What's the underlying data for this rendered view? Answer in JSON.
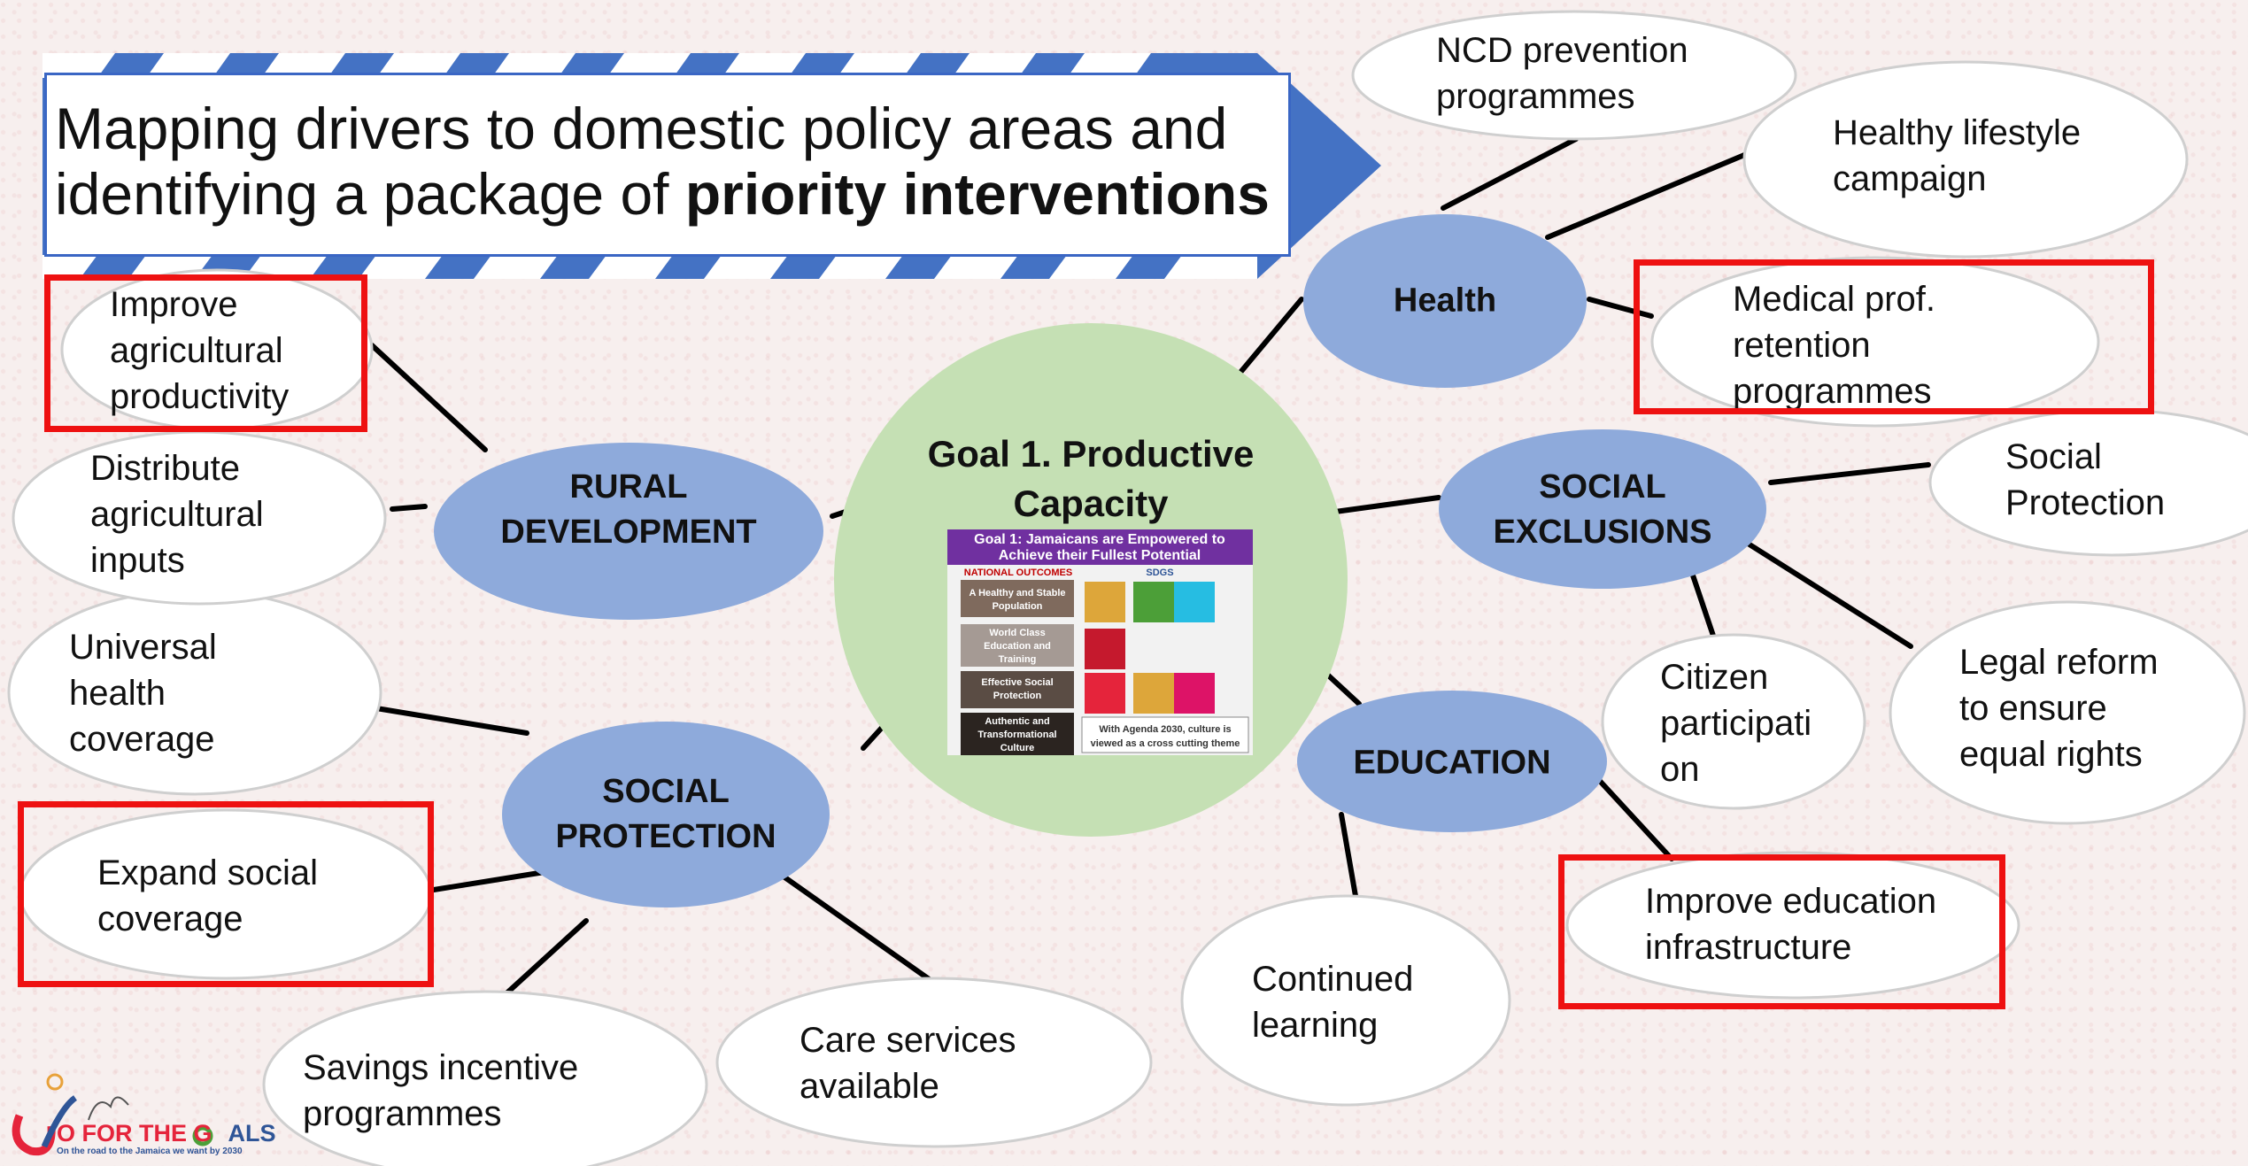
{
  "title": {
    "line1": "Mapping drivers to domestic policy areas and",
    "line2_prefix": "identifying a package of ",
    "line2_bold": "priority interventions"
  },
  "center": {
    "title_line1": "Goal 1. Productive",
    "title_line2": "Capacity",
    "panel": {
      "header_line1": "Goal 1: Jamaicans are Empowered to",
      "header_line2": "Achieve their Fullest Potential",
      "col_outcomes": "NATIONAL OUTCOMES",
      "col_sdgs": "SDGS",
      "outcomes": [
        [
          "A Healthy and Stable",
          "Population"
        ],
        [
          "World Class",
          "Education and",
          "Training"
        ],
        [
          "Effective Social",
          "Protection"
        ],
        [
          "Authentic and",
          "Transformational",
          "Culture"
        ]
      ],
      "note_line1": "With Agenda 2030, culture is",
      "note_line2": "viewed as a cross cutting theme"
    }
  },
  "hubs": {
    "health": "Health",
    "rural_line1": "RURAL",
    "rural_line2": "DEVELOPMENT",
    "social_excl_line1": "SOCIAL",
    "social_excl_line2": "EXCLUSIONS",
    "education": "EDUCATION",
    "social_prot_line1": "SOCIAL",
    "social_prot_line2": "PROTECTION"
  },
  "leaves": {
    "ncd": [
      "NCD prevention",
      "programmes"
    ],
    "healthy": [
      "Healthy lifestyle",
      "campaign"
    ],
    "medical": [
      "Medical prof.",
      "retention",
      "programmes"
    ],
    "social_protection": [
      "Social",
      "Protection"
    ],
    "legal": [
      "Legal reform",
      "to ensure",
      "equal rights"
    ],
    "citizen": [
      "Citizen",
      "participati",
      "on"
    ],
    "improve_edu": [
      "Improve education",
      "infrastructure"
    ],
    "continued": [
      "Continued",
      "learning"
    ],
    "care": [
      "Care services",
      "available"
    ],
    "savings": [
      "Savings incentive",
      "programmes"
    ],
    "expand": [
      "Expand social",
      "coverage"
    ],
    "universal": [
      "Universal",
      "health",
      "coverage"
    ],
    "distribute": [
      "Distribute",
      "agricultural",
      "inputs"
    ],
    "improve_agri": [
      "Improve",
      "agricultural",
      "productivity"
    ]
  },
  "logo": {
    "text_main": "O FOR THE G",
    "text_main_end": "ALS",
    "tagline": "On the road to the Jamaica we want by 2030"
  },
  "colors": {
    "hub_fill": "#8eaadb",
    "center_fill": "#c5e0b4",
    "highlight": "#ee1111",
    "arrow": "#4472c4",
    "panel_header": "#7030a0"
  }
}
